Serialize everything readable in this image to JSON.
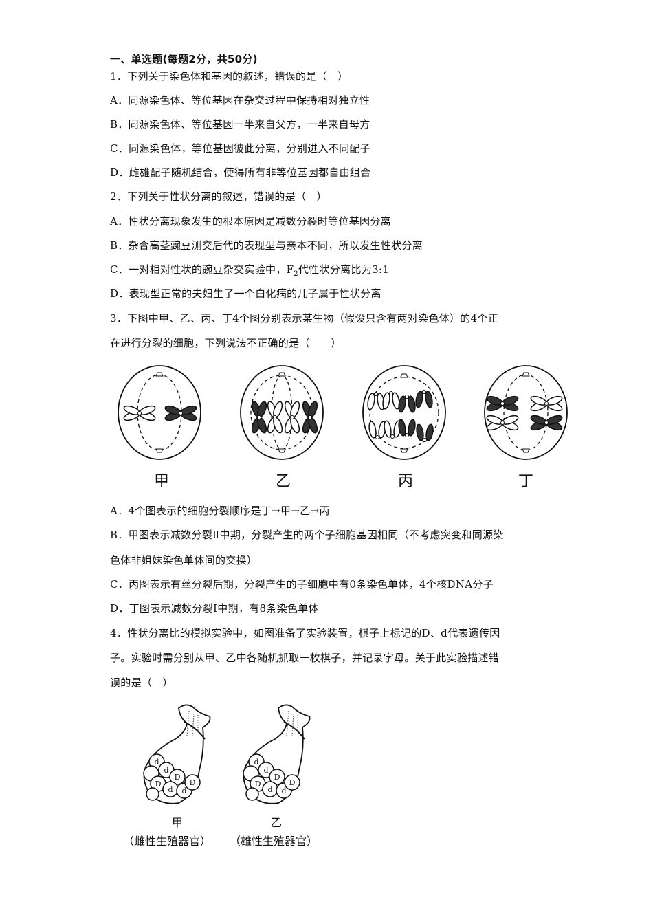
{
  "section_title": "一、单选题(每题2分，共50分)",
  "questions": [
    {
      "stem": [
        "1．下列关于染色体和基因的叙述，错误的是（　）"
      ],
      "options": [
        "A．同源染色体、等位基因在杂交过程中保持相对独立性",
        "B．同源染色体、等位基因一半来自父方，一半来自母方",
        "C．同源染色体，等位基因彼此分离，分别进入不同配子",
        "D．雌雄配子随机结合，使得所有非等位基因都自由组合"
      ]
    },
    {
      "stem": [
        "2．下列关于性状分离的叙述，错误的是（　）"
      ],
      "options": [
        "A．性状分离现象发生的根本原因是减数分裂时等位基因分离",
        "B．杂合高茎豌豆测交后代的表现型与亲本不同，所以发生性状分离",
        "C．一对相对性状的豌豆杂交实验中，F",
        "D．表现型正常的夫妇生了一个白化病的儿子属于性状分离"
      ],
      "option_c_sub": "2",
      "option_c_rest": "代性状分离比为3:1"
    },
    {
      "stem": [
        "3．下图中甲、乙、丙、丁4个图分别表示某生物（假设只含有两对染色体）的4个正",
        "在进行分裂的细胞，下列说法不正确的是（　　）"
      ],
      "figure_labels": [
        "甲",
        "乙",
        "丙",
        "丁"
      ],
      "options": [
        "A．4个图表示的细胞分裂顺序是丁→甲→乙→丙",
        "B．甲图表示减数分裂Ⅱ中期，分裂产生的两个子细胞基因相同（不考虑突变和同源染",
        "色体非姐妹染色单体间的交换）",
        "C．丙图表示有丝分裂后期，分裂产生的子细胞中有0条染色单体，4个核DNA分子",
        "D．丁图表示减数分裂Ⅰ中期，有8条染色单体"
      ]
    },
    {
      "stem": [
        "4．性状分离比的模拟实验中，如图准备了实验装置，棋子上标记的D、d代表遗传因",
        "子。实验时需分别从甲、乙中各随机抓取一枚棋子，并记录字母。关于此实验描述错",
        "误的是（　）"
      ],
      "bags": [
        {
          "label": "甲",
          "caption": "（雌性生殖器官）"
        },
        {
          "label": "乙",
          "caption": "（雄性生殖器官）"
        }
      ]
    }
  ]
}
